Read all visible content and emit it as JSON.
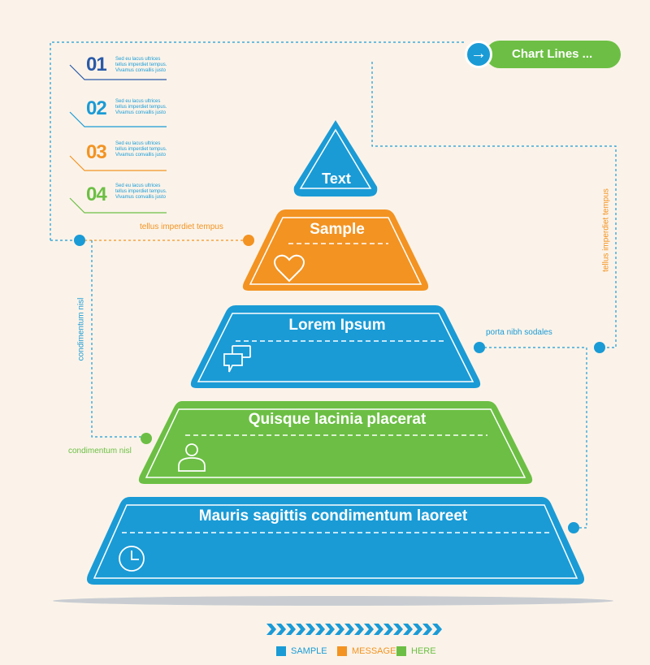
{
  "header": {
    "pill_label": "Chart Lines ...",
    "arrow_icon": "arrow-right-icon"
  },
  "steps": [
    {
      "number": "01",
      "text": "Sed eu lacus ultrices tellus imperdiet tempus. Vivamus convallis justo",
      "color": "#2a5aa8"
    },
    {
      "number": "02",
      "text": "Sed eu lacus ultrices tellus imperdiet tempus. Vivamus convallis justo",
      "color": "#1a9bd6"
    },
    {
      "number": "03",
      "text": "Sed eu lacus ultrices tellus imperdiet tempus. Vivamus convallis justo",
      "color": "#f39322"
    },
    {
      "number": "04",
      "text": "Sed eu lacus ultrices tellus imperdiet tempus. Vivamus convallis justo",
      "color": "#6cbf44"
    }
  ],
  "tiers": [
    {
      "label": "Text",
      "icon": "",
      "color": "#1a9bd6"
    },
    {
      "label": "Sample",
      "icon": "heart-icon",
      "color": "#f39322"
    },
    {
      "label": "Lorem Ipsum",
      "icon": "chat-icon",
      "color": "#1a9bd6"
    },
    {
      "label": "Quisque lacinia placerat",
      "icon": "user-icon",
      "color": "#6cbf44"
    },
    {
      "label": "Mauris sagittis condimentum laoreet",
      "icon": "clock-icon",
      "color": "#1a9bd6"
    }
  ],
  "annotations": {
    "tellus_left": "tellus imperdiet tempus",
    "tellus_right": "tellus imperdiet tempus",
    "condimentum_vertical": "condimentum nisl",
    "condimentum_left": "condimentum nisl",
    "porta": "porta nibh sodales"
  },
  "legend": [
    {
      "label": "SAMPLE",
      "color": "#1a9bd6"
    },
    {
      "label": "MESSAGE",
      "color": "#f39322"
    },
    {
      "label": "HERE",
      "color": "#6cbf44"
    }
  ],
  "colors": {
    "blue": "#1a9bd6",
    "orange": "#f39322",
    "green": "#6cbf44",
    "background": "#fbf3e9"
  }
}
